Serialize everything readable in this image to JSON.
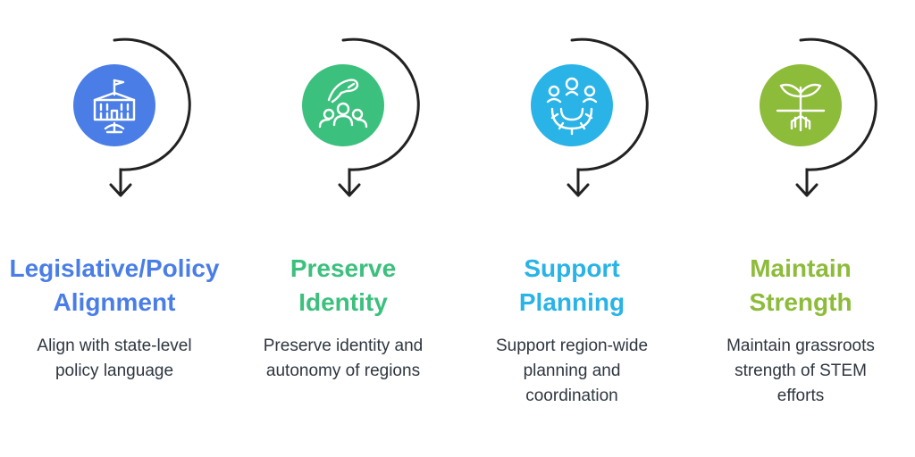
{
  "colors": {
    "blue": "#4a7ee6",
    "green": "#3cc07d",
    "cyan": "#29b3e6",
    "lime": "#8dbb3a",
    "ring": "#222222",
    "text": "#2f3640"
  },
  "steps": [
    {
      "title_line1": "Legislative/Policy",
      "title_line2": "Alignment",
      "desc_line1": "Align with state-level",
      "desc_line2": "policy language",
      "desc_line3": "",
      "icon": "government-building-icon"
    },
    {
      "title_line1": "Preserve",
      "title_line2": "Identity",
      "desc_line1": "Preserve identity and",
      "desc_line2": "autonomy of regions",
      "desc_line3": "",
      "icon": "community-hand-icon"
    },
    {
      "title_line1": "Support",
      "title_line2": "Planning",
      "desc_line1": "Support region-wide",
      "desc_line2": "planning and",
      "desc_line3": "coordination",
      "icon": "team-gear-icon"
    },
    {
      "title_line1": "Maintain",
      "title_line2": "Strength",
      "desc_line1": "Maintain grassroots",
      "desc_line2": "strength of STEM",
      "desc_line3": "efforts",
      "icon": "sprout-roots-icon"
    }
  ]
}
